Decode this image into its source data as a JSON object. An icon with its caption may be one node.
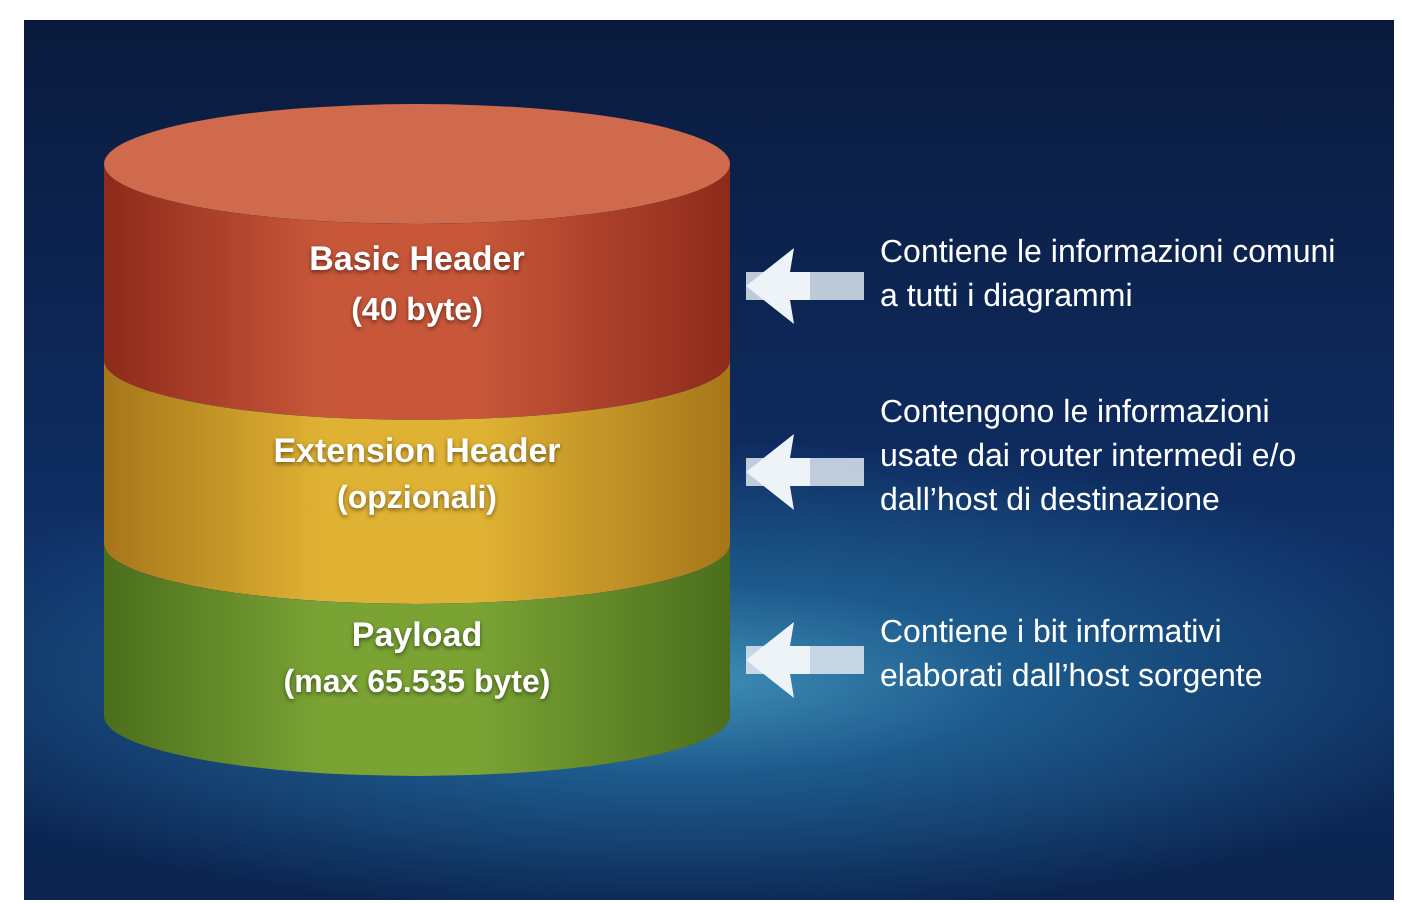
{
  "diagram": {
    "nodes": [
      {
        "text": [
          "Basic Header",
          "(40 byte)"
        ]
      },
      {
        "text": [
          "Extension Header",
          "(opzionali)"
        ]
      },
      {
        "text": [
          "Payload",
          "(max 65.535 byte)"
        ]
      },
      {
        "text": [
          "Contiene le informazioni comuni a tutti i diagrammi"
        ]
      },
      {
        "text": [
          "Contengono le informazioni usate dai router intermedi e/o dall’host di destinazione"
        ]
      },
      {
        "text": [
          "Contiene i bit informativi elaborati dall’host sorgente"
        ]
      }
    ],
    "edges": [
      {
        "from": 3,
        "to": 0,
        "arrow": "to"
      },
      {
        "from": 4,
        "to": 1,
        "arrow": "to"
      },
      {
        "from": 5,
        "to": 2,
        "arrow": "to"
      }
    ]
  }
}
